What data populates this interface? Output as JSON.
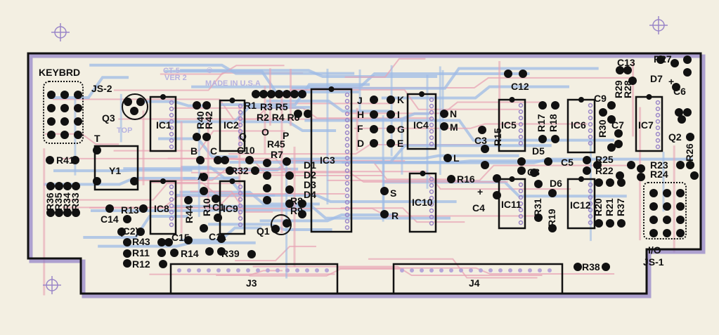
{
  "board": {
    "colors": {
      "background": "#f3efe2",
      "top_traces": "#e8a4b4",
      "bottom_traces": "#9dbbe6",
      "silkscreen": "#111111",
      "outline_shadow": "#8f7fc8"
    },
    "faint_text": [
      "CT-5",
      "VER 2",
      "©",
      "MADE IN U.S.A",
      "TOP"
    ],
    "labels": [
      "KEYBRD",
      "JS-2",
      "Q3",
      "IC1",
      "T",
      "Y1",
      "R41",
      "R36",
      "R35",
      "R34",
      "R33",
      "R13",
      "C14",
      "(C2)",
      "R43",
      "R11",
      "R12",
      "IC8",
      "R44",
      "C15",
      "R14",
      "R40",
      "R42",
      "B",
      "C",
      "IC2",
      "R1",
      "R3 R5",
      "R2 R4 R6",
      "Q",
      "O",
      "P",
      "C10",
      "R45",
      "R7",
      "R32",
      "A",
      "R10",
      "C1",
      "IC9",
      "C11",
      "R39",
      "D1",
      "D2",
      "D3",
      "D4",
      "R8",
      "R9",
      "Q1",
      "IC3",
      "J",
      "H",
      "F",
      "D",
      "K",
      "I",
      "G",
      "E",
      "IC4",
      "N",
      "M",
      "L",
      "S",
      "R",
      "IC10",
      "R16",
      "+",
      "C4",
      "C3",
      "R15",
      "IC5",
      "C12",
      "IC11",
      "R17",
      "R18",
      "D5",
      "C8",
      "C5",
      "D6",
      "R31",
      "R19",
      "IC6",
      "IC12",
      "R25",
      "R22",
      "R30",
      "C9",
      "R29",
      "R28",
      "C13",
      "C7",
      "IC7",
      "R27",
      "D7",
      "+",
      "C6",
      "Q2",
      "R26",
      "R23",
      "R24",
      "R20",
      "R21",
      "R37",
      "I/O",
      "JS-1",
      "R38",
      "J3",
      "J4"
    ]
  }
}
